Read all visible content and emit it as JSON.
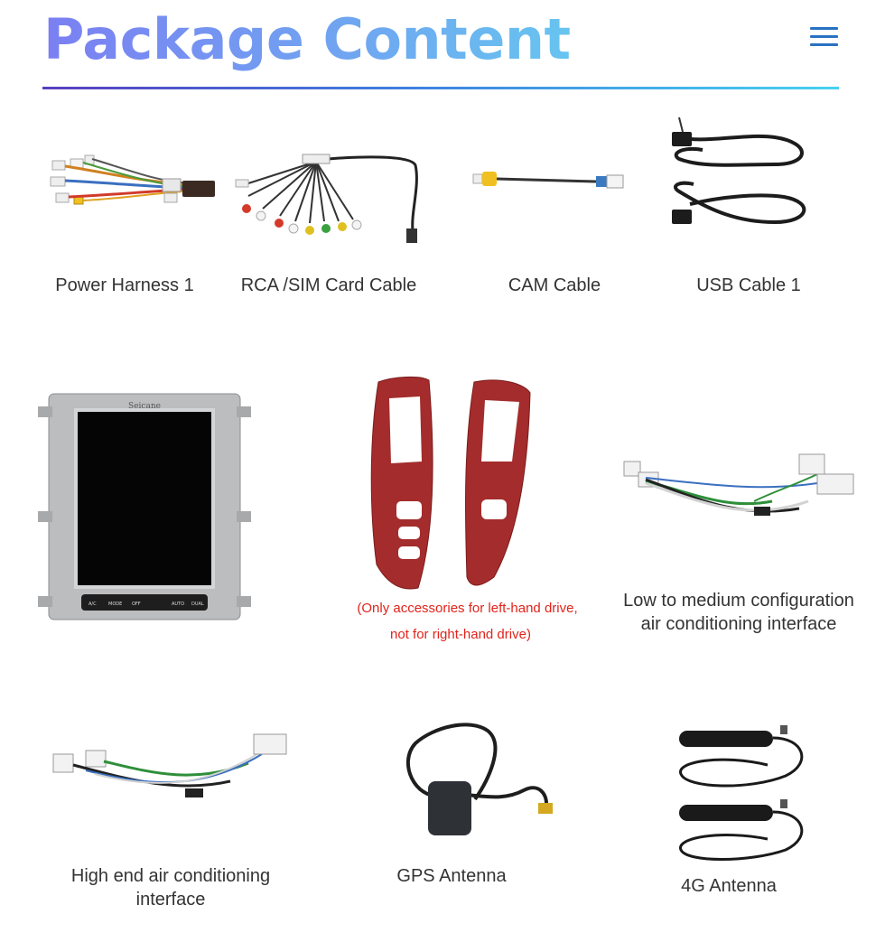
{
  "header": {
    "title": "Package Content",
    "menu_icon": "hamburger-menu-icon",
    "title_gradient": [
      "#7b7ff2",
      "#67c4f0"
    ],
    "divider_gradient": [
      "#5a3fc0",
      "#47d2f0"
    ]
  },
  "items": [
    {
      "label": "Power Harness 1",
      "icon": "power-harness-image"
    },
    {
      "label": "RCA /SIM Card Cable",
      "icon": "rca-sim-cable-image"
    },
    {
      "label": "CAM Cable",
      "icon": "cam-cable-image"
    },
    {
      "label": "USB Cable 1",
      "icon": "usb-cable-image"
    },
    {
      "label": "",
      "icon": "head-unit-image",
      "screen_brand": "Seicane",
      "button_labels": [
        "A/C",
        "MODE",
        "OFF",
        "AUTO",
        "DUAL"
      ]
    },
    {
      "label": "",
      "icon": "trim-panels-image",
      "note_lines": [
        "(Only accessories for left-hand drive,",
        "not for right-hand drive)"
      ]
    },
    {
      "label_lines": [
        "Low to medium configuration",
        "air conditioning interface"
      ],
      "icon": "low-mid-ac-harness-image"
    },
    {
      "label_lines": [
        "High end air conditioning",
        "interface"
      ],
      "icon": "high-end-ac-harness-image"
    },
    {
      "label": "GPS Antenna",
      "icon": "gps-antenna-image"
    },
    {
      "label": "4G Antenna",
      "icon": "4g-antenna-image"
    }
  ],
  "colors": {
    "note": "#e2231a",
    "label": "#333333",
    "menu": "#2872c2",
    "trim": "#a42c2c"
  }
}
